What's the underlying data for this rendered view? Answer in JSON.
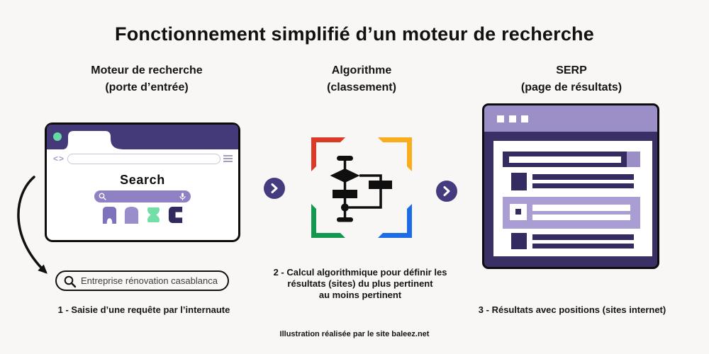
{
  "title": "Fonctionnement simplifié d’un moteur de recherche",
  "sections": {
    "search_engine": {
      "heading": "Moteur de recherche",
      "subheading": "(porte d’entrée)",
      "caption": "1 - Saisie d’une requête par l’internaute"
    },
    "algorithm": {
      "heading": "Algorithme",
      "subheading": "(classement)",
      "caption_lines": [
        "2 - Calcul algorithmique pour définir les",
        "résultats (sites) du plus pertinent",
        "au moins pertinent"
      ]
    },
    "serp": {
      "heading": "SERP",
      "subheading": "(page de résultats)",
      "caption": "3 - Résultats avec positions (sites internet)"
    }
  },
  "browser": {
    "search_title": "Search",
    "nav_back": "<",
    "nav_forward": ">"
  },
  "query_input": {
    "value": "Entreprise rénovation casablanca"
  },
  "footer": "Illustration réalisée par le site baleez.net",
  "colors": {
    "background": "#F8F7F5",
    "indigo": "#443A7A",
    "indigo_dark": "#342B61",
    "lavender": "#9C8FC7",
    "lavender_light": "#A99DD4",
    "search_pill": "#8F81C4",
    "mint": "#67D9A2",
    "bracket_red": "#DB3A27",
    "bracket_yellow": "#F9AC1C",
    "bracket_green": "#13984F",
    "bracket_blue": "#1D6BE5"
  }
}
